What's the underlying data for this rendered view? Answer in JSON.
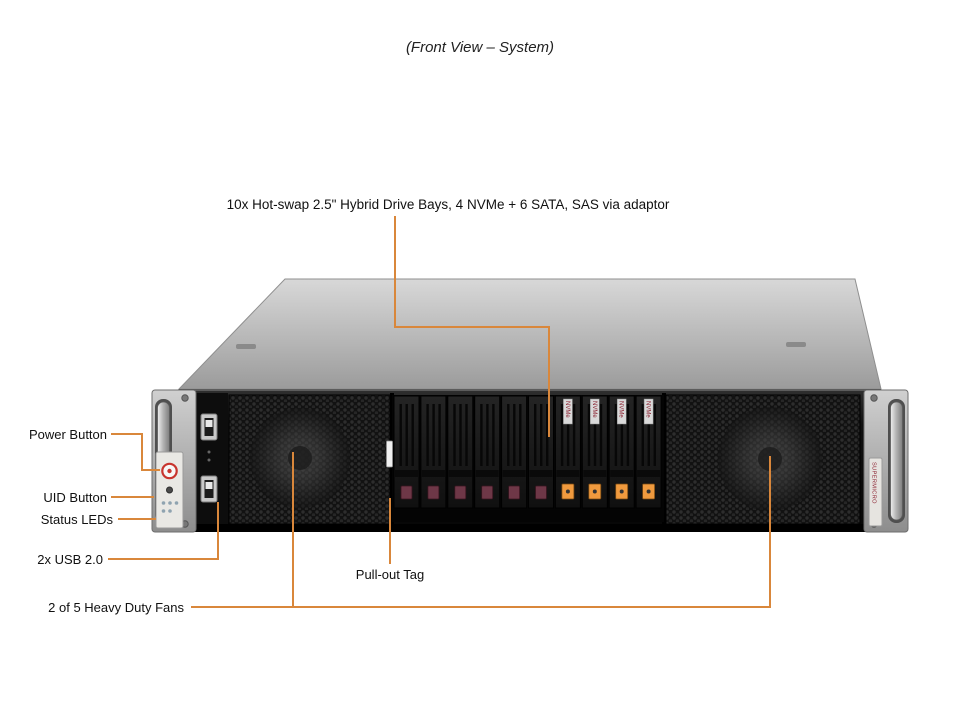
{
  "title": "(Front View – System)",
  "colors": {
    "callout_line": "#D9873B",
    "nvme_latch": "#F09A3E",
    "sata_latch": "#6E3747",
    "brand_text": "#8A1F2E"
  },
  "callouts": {
    "drive_bays": "10x Hot-swap 2.5\" Hybrid Drive Bays, 4 NVMe + 6 SATA, SAS via adaptor",
    "power_button": "Power Button",
    "uid_button": "UID Button",
    "status_leds": "Status LEDs",
    "usb": "2x USB 2.0",
    "pull_out_tag": "Pull-out Tag",
    "fans": "2 of 5 Heavy Duty Fans"
  },
  "drives": {
    "total": 10,
    "nvme": 4,
    "sata": 6,
    "nvme_label": "NVMe"
  },
  "brand": "SUPERMICRO"
}
